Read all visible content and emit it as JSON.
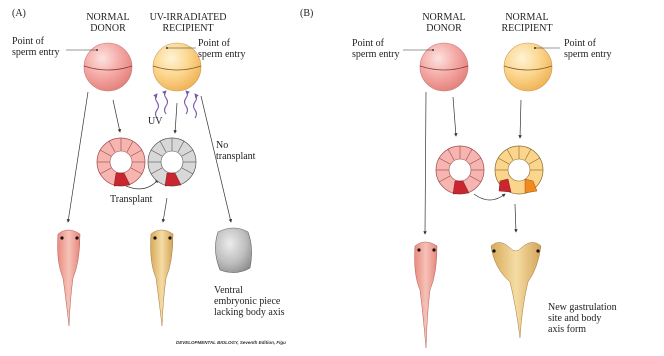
{
  "panel_a": {
    "letter": "(A)",
    "donor_line1": "NORMAL",
    "donor_line2": "DONOR",
    "recipient_line1": "UV-IRRADIATED",
    "recipient_line2": "RECIPIENT",
    "entry_left_1": "Point of",
    "entry_left_2": "sperm entry",
    "entry_right_1": "Point of",
    "entry_right_2": "sperm entry",
    "uv": "UV",
    "no_transplant_1": "No",
    "no_transplant_2": "transplant",
    "transplant": "Transplant",
    "ventral_1": "Ventral",
    "ventral_2": "embryonic piece",
    "ventral_3": "lacking body axis",
    "credit": "DEVELOPMENTAL BIOLOGY, Seventh Edition, Figu"
  },
  "panel_b": {
    "letter": "(B)",
    "donor_line1": "NORMAL",
    "donor_line2": "DONOR",
    "recipient_line1": "NORMAL",
    "recipient_line2": "RECIPIENT",
    "entry_left_1": "Point of",
    "entry_left_2": "sperm entry",
    "entry_right_1": "Point of",
    "entry_right_2": "sperm entry",
    "result_1": "New gastrulation",
    "result_2": "site and body",
    "result_3": "axis form"
  },
  "colors": {
    "pink_egg": "#f4a8a4",
    "yellow_egg": "#fbd58c",
    "red_tissue": "#c9262f",
    "orange_tissue": "#f08a1e",
    "gray_piece": "#b8b8b8",
    "uv_arrows": "#7a55b0"
  }
}
